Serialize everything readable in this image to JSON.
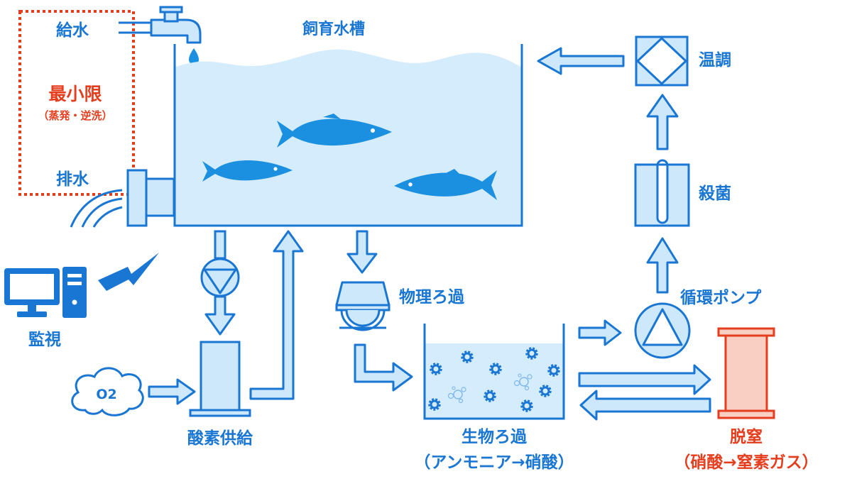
{
  "labels": {
    "water_supply": "給水",
    "minimum": "最小限",
    "minimum_note": "（蒸発・逆洗）",
    "drainage": "排水",
    "tank": "飼育水槽",
    "temperature": "温調",
    "sterilization": "殺菌",
    "circulation_pump": "循環ポンプ",
    "physical_filter": "物理ろ過",
    "monitoring": "監視",
    "oxygen_gas": "O2",
    "oxygen_supply": "酸素供給",
    "bio_filter": "生物ろ過",
    "bio_filter_note": "（アンモニア→硝酸）",
    "denitrification": "脱窒",
    "denitrification_note": "（硝酸→窒素ガス）"
  },
  "icons": {
    "faucet": "faucet-icon",
    "computer": "computer-icon",
    "pump": "pump-icon",
    "cloud": "cloud-icon",
    "fish": "fish-icon"
  },
  "colors": {
    "primary": "#1976d2",
    "fill_light": "#cde8fb",
    "water": "#d4ecfb",
    "fish": "#1b8fe0",
    "accent_red": "#e53e1e",
    "red_fill": "#f9cfc4"
  }
}
